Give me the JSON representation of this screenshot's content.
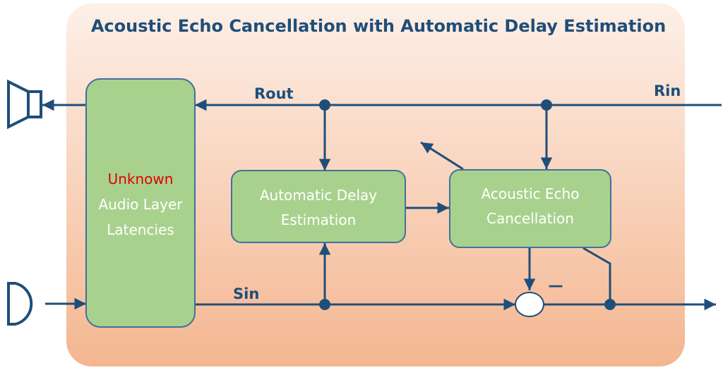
{
  "title": "Acoustic Echo Cancellation with Automatic Delay Estimation",
  "signals": {
    "rout": "Rout",
    "rin": "Rin",
    "sin": "Sin"
  },
  "blocks": {
    "audio_layer": {
      "highlight": "Unknown",
      "line1": "Audio Layer",
      "line2": "Latencies"
    },
    "delay_estimation": {
      "line1": "Automatic Delay",
      "line2": "Estimation"
    },
    "echo_cancellation": {
      "line1": "Acoustic Echo",
      "line2": "Cancellation"
    }
  },
  "summer": {
    "sign": "—"
  },
  "colors": {
    "line": "#1f4e79",
    "block_fill": "#a9d18e",
    "block_stroke": "#41719c",
    "highlight_text": "#e00000",
    "title": "#1f4e79"
  }
}
